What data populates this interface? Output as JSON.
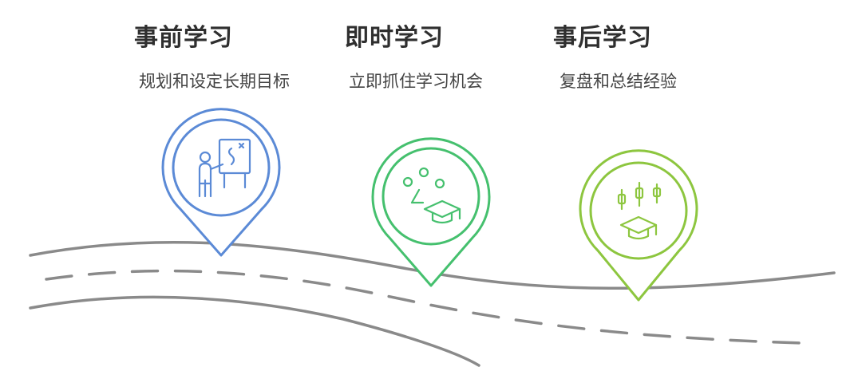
{
  "steps": [
    {
      "title": "事前学习",
      "desc": "规划和设定长期目标",
      "color": "#5b8ad6",
      "icon": "teacher-board-icon"
    },
    {
      "title": "即时学习",
      "desc": "立即抓住学习机会",
      "color": "#45c06e",
      "icon": "ideas-graduation-cap-icon"
    },
    {
      "title": "事后学习",
      "desc": "复盘和总结经验",
      "color": "#8dc63f",
      "icon": "candlestick-graduation-cap-icon"
    }
  ],
  "colors": {
    "road": "#8a8a8a",
    "text_title": "#2f2f2f",
    "text_desc": "#444444"
  }
}
